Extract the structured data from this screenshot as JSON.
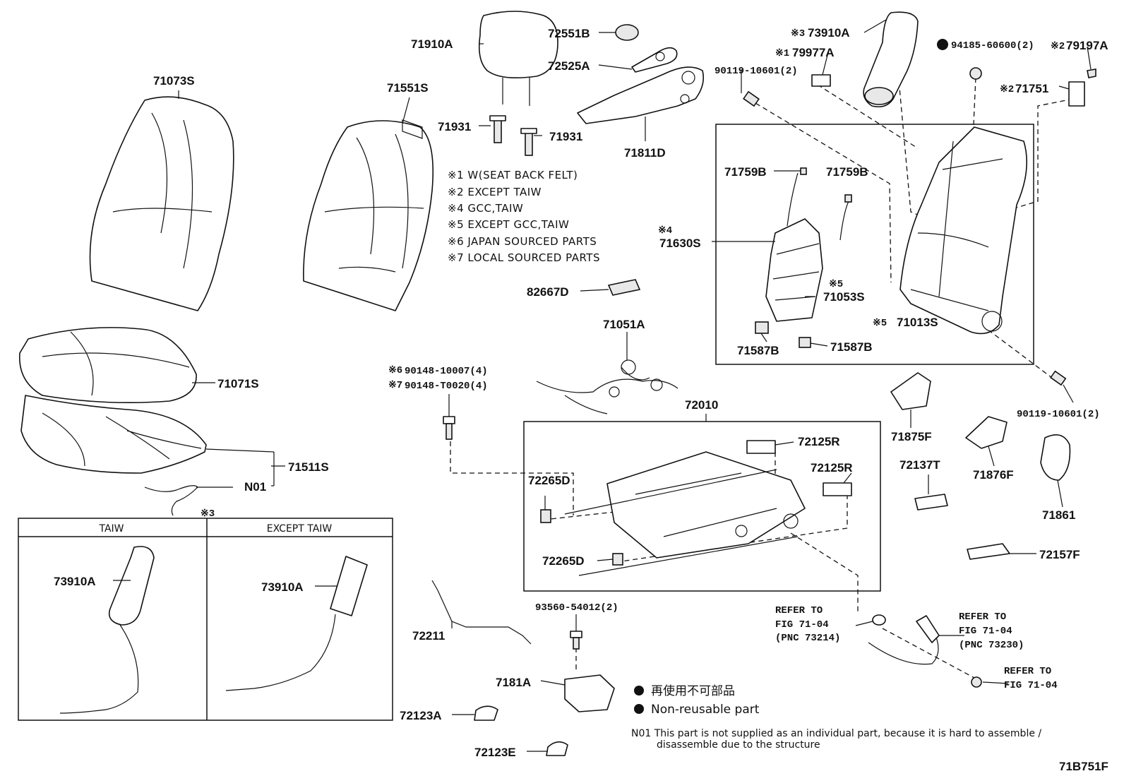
{
  "parts": {
    "p71073S": "71073S",
    "p71551S": "71551S",
    "p71910A": "71910A",
    "p72551B": "72551B",
    "p72525A": "72525A",
    "p71931a": "71931",
    "p71931b": "71931",
    "p71811D": "71811D",
    "p73910A_top": "73910A",
    "p79977A": "79977A",
    "p90119_top": "90119-10601(2)",
    "p94185": "94185-60600(2)",
    "p79197A": "79197A",
    "p71751": "71751",
    "p71759B_a": "71759B",
    "p71759B_b": "71759B",
    "p71630S": "71630S",
    "p71053S": "71053S",
    "p71013S": "71013S",
    "p71587B_a": "71587B",
    "p71587B_b": "71587B",
    "p82667D": "82667D",
    "p71051A": "71051A",
    "p71071S": "71071S",
    "p71511S": "71511S",
    "pN01": "N01",
    "p90148_1": "90148-10007(4)",
    "p90148_2": "90148-T0020(4)",
    "p72010": "72010",
    "p72125R_a": "72125R",
    "p72125R_b": "72125R",
    "p72265D_a": "72265D",
    "p72265D_b": "72265D",
    "p90119_right": "90119-10601(2)",
    "p71875F": "71875F",
    "p72137T": "72137T",
    "p71876F": "71876F",
    "p71861": "71861",
    "p72157F": "72157F",
    "p73910A_taiw": "73910A",
    "p73910A_except": "73910A",
    "p72211": "72211",
    "p93560": "93560-54012(2)",
    "p7181A": "7181A",
    "p72123A": "72123A",
    "p72123E": "72123E"
  },
  "marks": {
    "m73910A": "※3",
    "m79977A": "※1",
    "m79197A": "※2",
    "m71751": "※2",
    "m71630S": "※4",
    "m71053S": "※5",
    "m71013S": "※5",
    "m90148_1": "※6",
    "m90148_2": "※7",
    "m_taiw_box": "※3"
  },
  "notes": [
    "※1 W(SEAT BACK FELT)",
    "※2 EXCEPT TAIW",
    "※4 GCC,TAIW",
    "※5 EXCEPT GCC,TAIW",
    "※6 JAPAN SOURCED PARTS",
    "※7 LOCAL SOURCED PARTS"
  ],
  "refs": {
    "ref1": [
      "REFER TO",
      "FIG 71-04",
      "(PNC 73214)"
    ],
    "ref2": [
      "REFER TO",
      "FIG 71-04",
      "(PNC 73230)"
    ],
    "ref3": [
      "REFER TO",
      "FIG 71-04"
    ]
  },
  "table": {
    "col1": "TAIW",
    "col2": "EXCEPT TAIW"
  },
  "legend": {
    "jp": "再使用不可部品",
    "en": "Non-reusable part"
  },
  "footnote": {
    "line1": "N01  This part is not supplied as an individual part, because it is hard to assemble /",
    "line2": "disassemble due to the structure"
  },
  "figure_id": "71B751F"
}
